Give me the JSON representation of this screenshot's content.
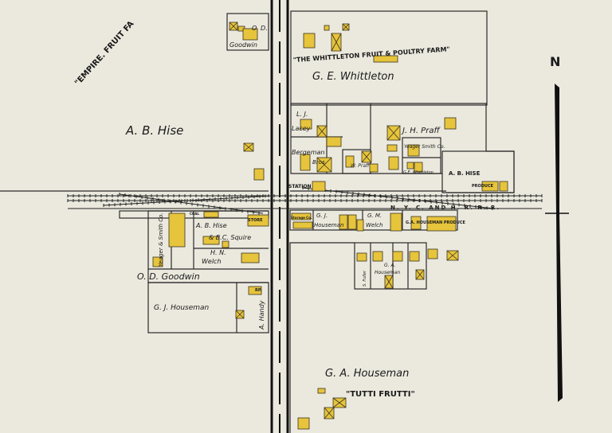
{
  "map": {
    "north_label": "N",
    "labels": {
      "empire_farm": "\"EMPIRE. FRUIT FA",
      "od_goodwin_top_initials": "O. D.",
      "od_goodwin_top_name": "Goodwin",
      "whittleton_farm": "\"THE WHITTLETON FRUIT & POULTRY FARM\"",
      "ge_whittleton": "G. E. Whittleton",
      "ab_hise_west": "A. B. Hise",
      "lj_initials": "L. J.",
      "lacey": "Lacey",
      "bergeman": "Bergeman",
      "bros": "Bros.",
      "w_praff": "W. Praff",
      "jh_praff": "J. H. Praff",
      "yeager_smith_north": "Yeager Smith Co.",
      "ge_whittleton_small": "G.E. Whittleton",
      "ab_hise_caps": "A. B. HISE",
      "produce_east": "PRODUCE",
      "station": "STATION",
      "railroad": "N. Y. C. AND H. R. R. R.",
      "coal": "COAL",
      "store": "STORE",
      "ab_hise_south": "A. B. Hise",
      "bc_squire": "& B.C. Squire",
      "yeager_smith_south": "Yeager & Smith Co.",
      "hn_initials": "H. N.",
      "welch": "Welch",
      "od_goodwin": "O. D. Goodwin",
      "gj_houseman_west": "G. J. Houseman",
      "a_handy": "A. Handy",
      "handy_bldg": "RP.",
      "storage_co": "Storage Co.",
      "gj_initials": "G. J.",
      "houseman_rr": "Houseman",
      "gm_initials": "G. M.",
      "gm_welch": "Welch",
      "ga_houseman_produce": "G.A. HOUSEMAN PRODUCE",
      "s_fuller": "S. Fuller",
      "ga_initials": "G. A.",
      "ga_houseman_mid": "Houseman",
      "ga_houseman_south": "G. A. Houseman",
      "tutti_frutti": "\"TUTTI FRUTTI\""
    },
    "colors": {
      "paper": "#ebe9de",
      "building": "#e6c43c",
      "store": "#e0463a",
      "produce": "#e07a3a"
    }
  }
}
